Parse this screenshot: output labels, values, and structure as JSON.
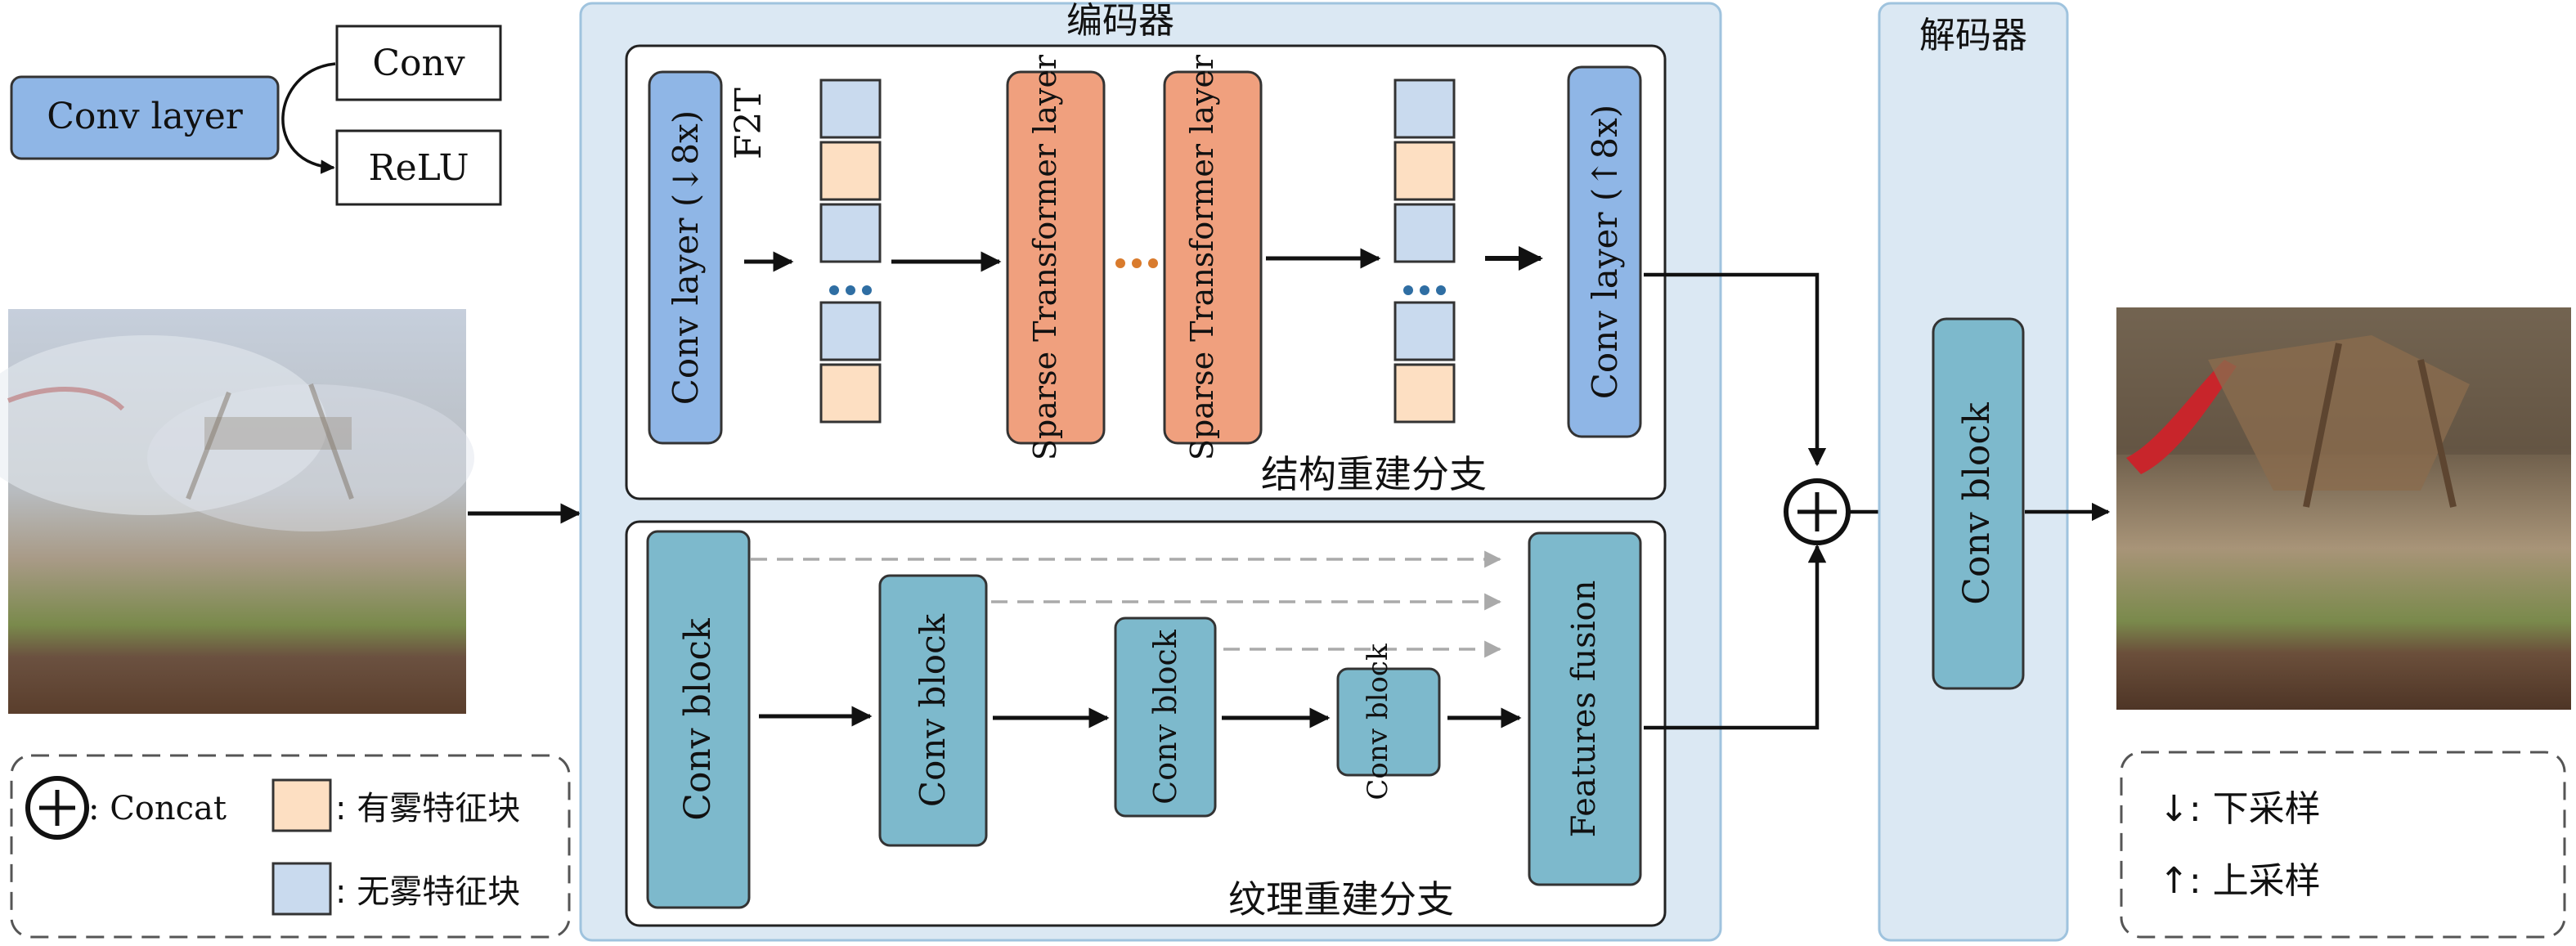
{
  "legend_top": {
    "conv_layer": "Conv layer",
    "conv": "Conv",
    "relu": "ReLU"
  },
  "encoder": {
    "title": "编码器",
    "structure": {
      "label": "结构重建分支",
      "f2t": "F2T",
      "conv_down": "Conv layer (↓8x)",
      "conv_up": "Conv layer (↑8x)",
      "transformer_1": "Sparse Transformer layer",
      "transformer_2": "Sparse Transformer layer"
    },
    "texture": {
      "label": "纹理重建分支",
      "conv_block_1": "Conv block",
      "conv_block_2": "Conv block",
      "conv_block_3": "Conv block",
      "conv_block_4": "Conv block",
      "fusion": "Features fusion"
    }
  },
  "decoder": {
    "title": "解码器",
    "conv_block": "Conv block"
  },
  "legend_bottom_left": {
    "concat": ": Concat",
    "hazy": ": 有雾特征块",
    "clear": ": 无雾特征块"
  },
  "legend_bottom_right": {
    "down": "↓: 下采样",
    "up": "↑: 上采样"
  },
  "colors": {
    "conv_layer_blue": "#8fb6e6",
    "conv_block_teal": "#7db9cc",
    "transformer_orange": "#f0a07e",
    "hazy_patch": "#fddfc2",
    "clear_patch": "#c9daee",
    "panel_blue": "#dbe8f3",
    "dots_blue": "#2f6ea3",
    "dots_orange": "#d97b2d"
  }
}
